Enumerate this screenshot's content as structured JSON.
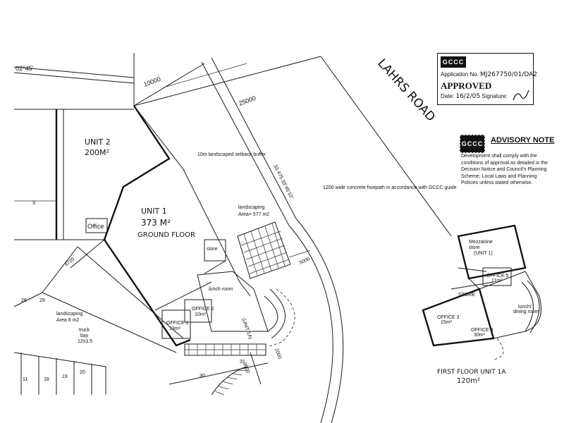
{
  "road": {
    "name": "LAHRS ROAD"
  },
  "bearings": {
    "top_left": "02°45'",
    "road_bearing": "33·475  33°45'10\""
  },
  "dimensions": {
    "d10000": "10000",
    "d25000": "25000",
    "d5000": "5000",
    "d4720": "4720",
    "d2000": "2000",
    "d3000": "3000",
    "d30": "30",
    "d31": "31"
  },
  "units": {
    "unit2_name": "UNIT 2",
    "unit2_area": "200M²",
    "unit1_name": "UNIT 1",
    "unit1_area": "373 M²",
    "unit1_floor": "GROUND FLOOR",
    "office_label": "Office",
    "store_label": "store",
    "lunch_room": "lunch room",
    "office1": "OFFICE 1",
    "office1_area": "13m²",
    "office2": "OFFICE 2",
    "office2_area": "10m²",
    "unit1a_stair": "(UNIT 1A)"
  },
  "annotations": {
    "landscaped_setback": "10m landscaped setback buffer",
    "footpath": "1200 wide concrete footpath in accordance with GCCC guidelines",
    "landscaping_line1": "landscaping",
    "landscaping_line2": "Area= 577 m2",
    "landscaping_left_line1": "landscaping",
    "landscaping_left_line2": "Area 8 m2",
    "truck_bay_line1": "truck",
    "truck_bay_line2": "bay",
    "truck_bay_line3": "12x3.5"
  },
  "parking_numbers": [
    "28",
    "29",
    "11",
    "18",
    "19",
    "20",
    "3"
  ],
  "first_floor": {
    "mezzanine_line1": "Mezzanine",
    "mezzanine_line2": "store",
    "mezzanine_unit": "(UNIT 1)",
    "office3": "OFFICE 3",
    "office3_area": "15m²",
    "office5": "OFFICE 5",
    "office5_area": "11m²",
    "store": "STORE",
    "lunch": "lunch/",
    "lunch2": "dining room",
    "office4": "OFFICE 4",
    "office4_area": "30m²",
    "title": "FIRST FLOOR UNIT 1A",
    "area": "120m²"
  },
  "stamp": {
    "logo": "GCCC",
    "application_label": "Application No.",
    "application_no": "MJ267750/01/DA2",
    "approved": "APPROVED",
    "date_label": "Date:",
    "date_value": "16/2/05",
    "signature_label": "Signature:"
  },
  "advisory": {
    "title": "ADVISORY NOTE",
    "text": "Development shall comply with the conditions of approval as detailed in the Decision Notice and Council's Planning Scheme, Local Laws and Planning Policies unless stated otherwise."
  }
}
